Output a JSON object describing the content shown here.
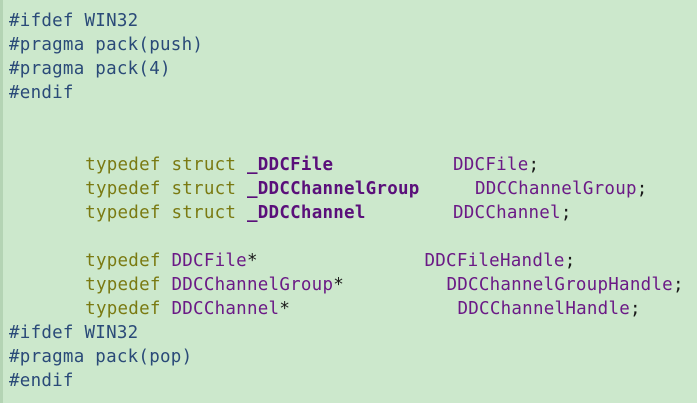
{
  "preprocessor": {
    "header": [
      "#ifdef WIN32",
      "#pragma pack(push)",
      "#pragma pack(4)",
      "#endif"
    ],
    "footer": [
      "#ifdef WIN32",
      "#pragma pack(pop)",
      "#endif"
    ]
  },
  "struct_typedefs": [
    {
      "keyword": "typedef",
      "struct_kw": "struct",
      "tag": "_DDCFile",
      "alias": "DDCFile",
      "end": ";"
    },
    {
      "keyword": "typedef",
      "struct_kw": "struct",
      "tag": "_DDCChannelGroup",
      "alias": "DDCChannelGroup",
      "end": ";"
    },
    {
      "keyword": "typedef",
      "struct_kw": "struct",
      "tag": "_DDCChannel",
      "alias": "DDCChannel",
      "end": ";"
    }
  ],
  "pointer_typedefs": [
    {
      "keyword": "typedef",
      "type": "DDCFile",
      "ptr": "*",
      "alias": "DDCFileHandle",
      "end": ";"
    },
    {
      "keyword": "typedef",
      "type": "DDCChannelGroup",
      "ptr": "*",
      "alias": "DDCChannelGroupHandle",
      "end": ";"
    },
    {
      "keyword": "typedef",
      "type": "DDCChannel",
      "ptr": "*",
      "alias": "DDCChannelHandle",
      "end": ";"
    }
  ],
  "colors": {
    "background": "#cce8cc",
    "preprocessor": "#2a4a78",
    "keyword": "#7a7a12",
    "type": "#6b1a86"
  }
}
